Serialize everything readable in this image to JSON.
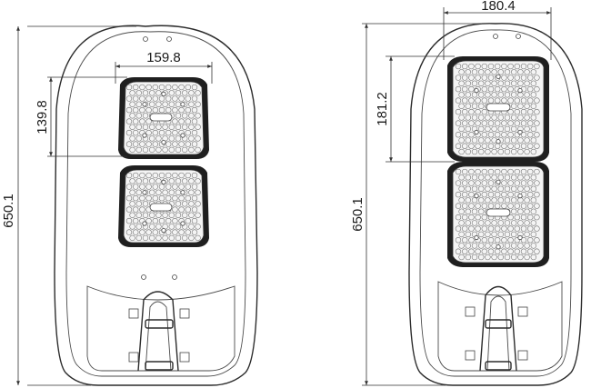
{
  "views": [
    {
      "id": "left-view",
      "height_dim": "650.1",
      "module_width_dim": "159.8",
      "module_height_dim": "139.8"
    },
    {
      "id": "right-view",
      "height_dim": "650.1",
      "module_width_dim": "180.4",
      "module_height_dim": "181.2"
    }
  ]
}
